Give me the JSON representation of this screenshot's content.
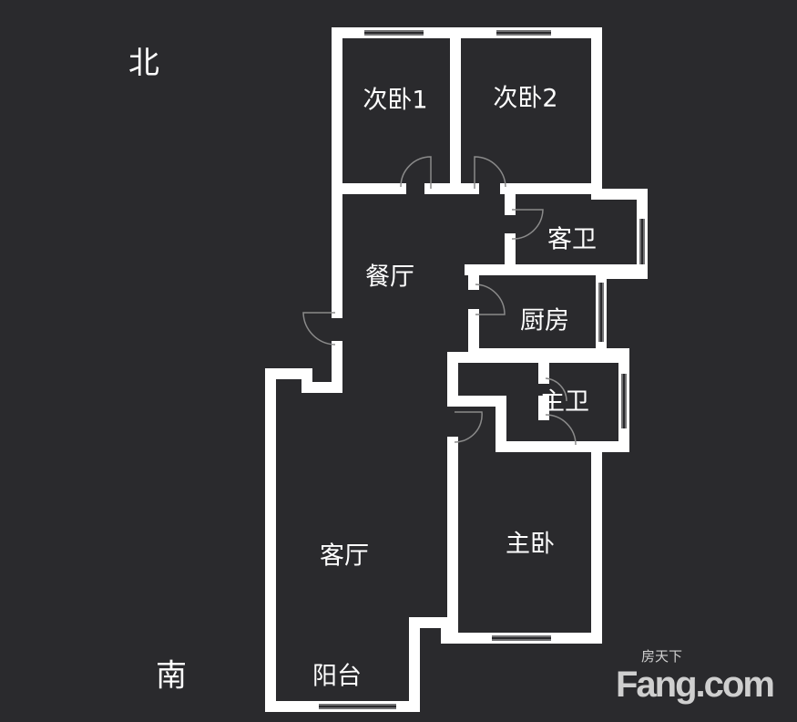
{
  "compass": {
    "north": "北",
    "south": "南"
  },
  "rooms": {
    "bedroom2_1": "次卧1",
    "bedroom2_2": "次卧2",
    "guest_bath": "客卫",
    "dining": "餐厅",
    "kitchen": "厨房",
    "master_bath": "主卫",
    "living": "客厅",
    "master_bedroom": "主卧",
    "balcony": "阳台"
  },
  "watermark": {
    "brand": "Fang.com",
    "cn": "房天下"
  },
  "colors": {
    "background": "#2a2a2d",
    "wall": "#ffffff",
    "door": "#8a8a8a"
  }
}
